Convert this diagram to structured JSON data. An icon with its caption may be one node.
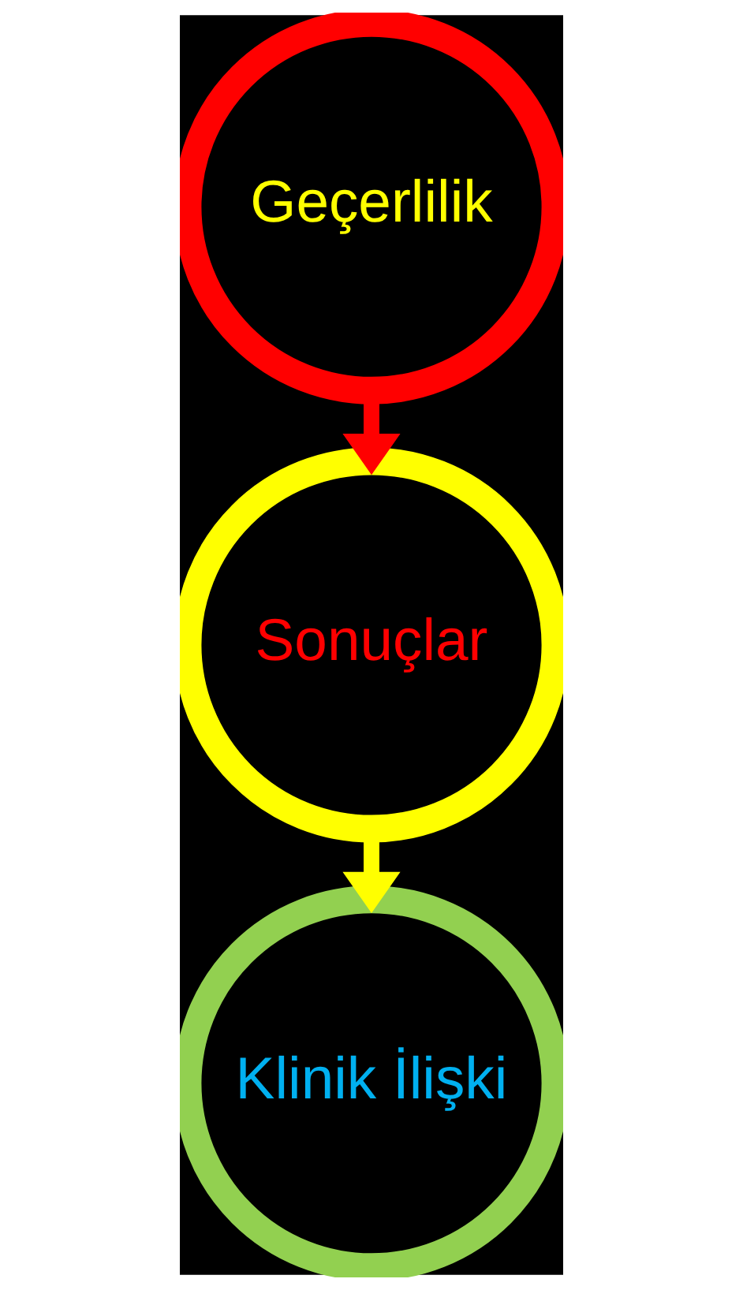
{
  "diagram": {
    "nodes": [
      {
        "text": [
          "Geçerlilik"
        ]
      },
      {
        "text": [
          "Sonuçlar"
        ]
      },
      {
        "text": [
          "Klinik İlişki"
        ]
      }
    ],
    "edges": [
      {
        "from": 0,
        "to": 1,
        "arrow": "to",
        "color": "#ff0000"
      },
      {
        "from": 1,
        "to": 2,
        "arrow": "to",
        "color": "#ffff00"
      }
    ]
  }
}
